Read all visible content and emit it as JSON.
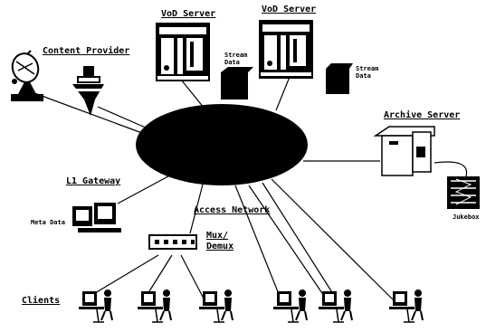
{
  "labels": {
    "vod_server_1": "VoD Server",
    "vod_server_2": "VoD Server",
    "content_provider": "Content Provider",
    "stream_data_1": [
      "Stream",
      "Data"
    ],
    "stream_data_2": [
      "Stream",
      "Data"
    ],
    "archive_server": "Archive Server",
    "l1_gateway": "L1 Gateway",
    "meta_data": "Meta Data",
    "access_network": "Access Network",
    "mux_demux": [
      "Mux/",
      "Demux"
    ],
    "clients": "Clients",
    "jukebox": "Jukebox"
  },
  "colors": {
    "ink": "#000000",
    "paper": "#ffffff"
  }
}
